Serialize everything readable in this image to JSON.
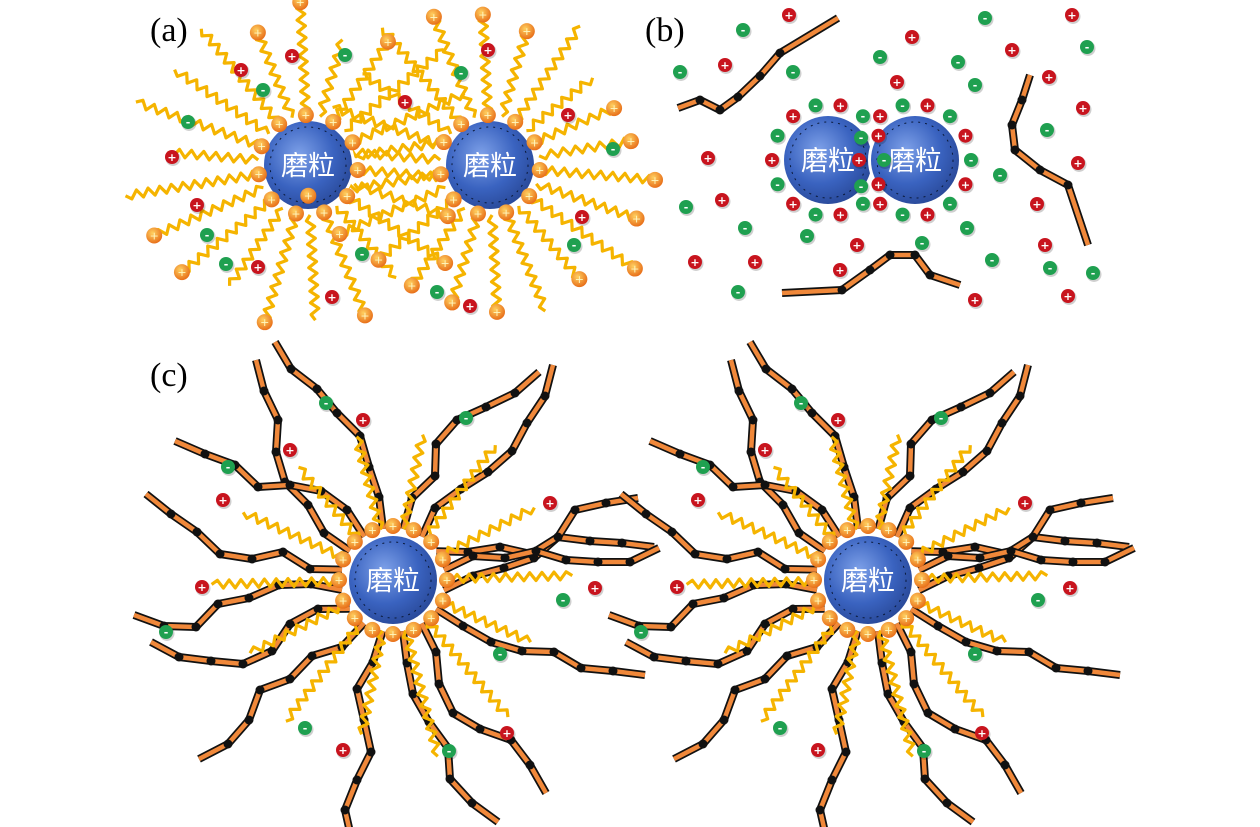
{
  "panels": {
    "a": {
      "label": "(a)"
    },
    "b": {
      "label": "(b)"
    },
    "c": {
      "label": "(c)"
    }
  },
  "particle_label": "磨粒",
  "ions": {
    "positive_symbol": "+",
    "negative_symbol": "-"
  },
  "colors": {
    "particle": "#3a63c0",
    "particle_light": "#6f93e0",
    "surfactant_chain": "#f5b400",
    "surfactant_head": "#f08a20",
    "polymer_segment": "#f0883a",
    "polymer_joint": "#111111",
    "cation": "#c8141e",
    "anion": "#1fa050"
  }
}
